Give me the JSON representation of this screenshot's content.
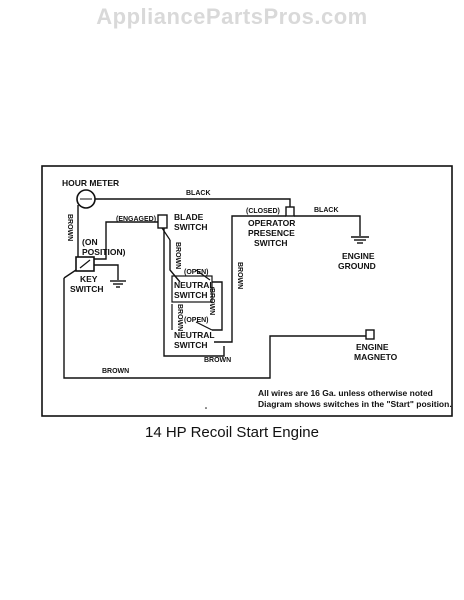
{
  "watermark": "AppliancePartsPros.com",
  "caption": "14 HP Recoil Start Engine",
  "components": {
    "hour_meter": "HOUR METER",
    "key_switch_position_1": "(ON",
    "key_switch_position_2": "POSITION)",
    "key_switch_1": "KEY",
    "key_switch_2": "SWITCH",
    "blade_switch_state": "(ENGAGED)",
    "blade_switch_1": "BLADE",
    "blade_switch_2": "SWITCH",
    "ops_state": "(CLOSED)",
    "ops_1": "OPERATOR",
    "ops_2": "PRESENCE",
    "ops_3": "SWITCH",
    "engine_ground_1": "ENGINE",
    "engine_ground_2": "GROUND",
    "neutral_switch_a_state": "(OPEN)",
    "neutral_switch_a_1": "NEUTRAL",
    "neutral_switch_a_2": "SWITCH",
    "neutral_switch_b_state": "(OPEN)",
    "neutral_switch_b_1": "NEUTRAL",
    "neutral_switch_b_2": "SWITCH",
    "engine_magneto_1": "ENGINE",
    "engine_magneto_2": "MAGNETO"
  },
  "wire_labels": {
    "black_top": "BLACK",
    "black_right": "BLACK",
    "brown_left": "BROWN",
    "brown_blade": "BROWN",
    "brown_mid": "BROWN",
    "brown_neutral": "BROWN",
    "brown_inner": "BROWN",
    "brown_bottom_mid": "BROWN",
    "brown_bottom_left": "BROWN"
  },
  "notes": {
    "line1": "All wires are 16 Ga. unless otherwise noted",
    "line2": "Diagram shows switches in the \"Start\" position."
  }
}
